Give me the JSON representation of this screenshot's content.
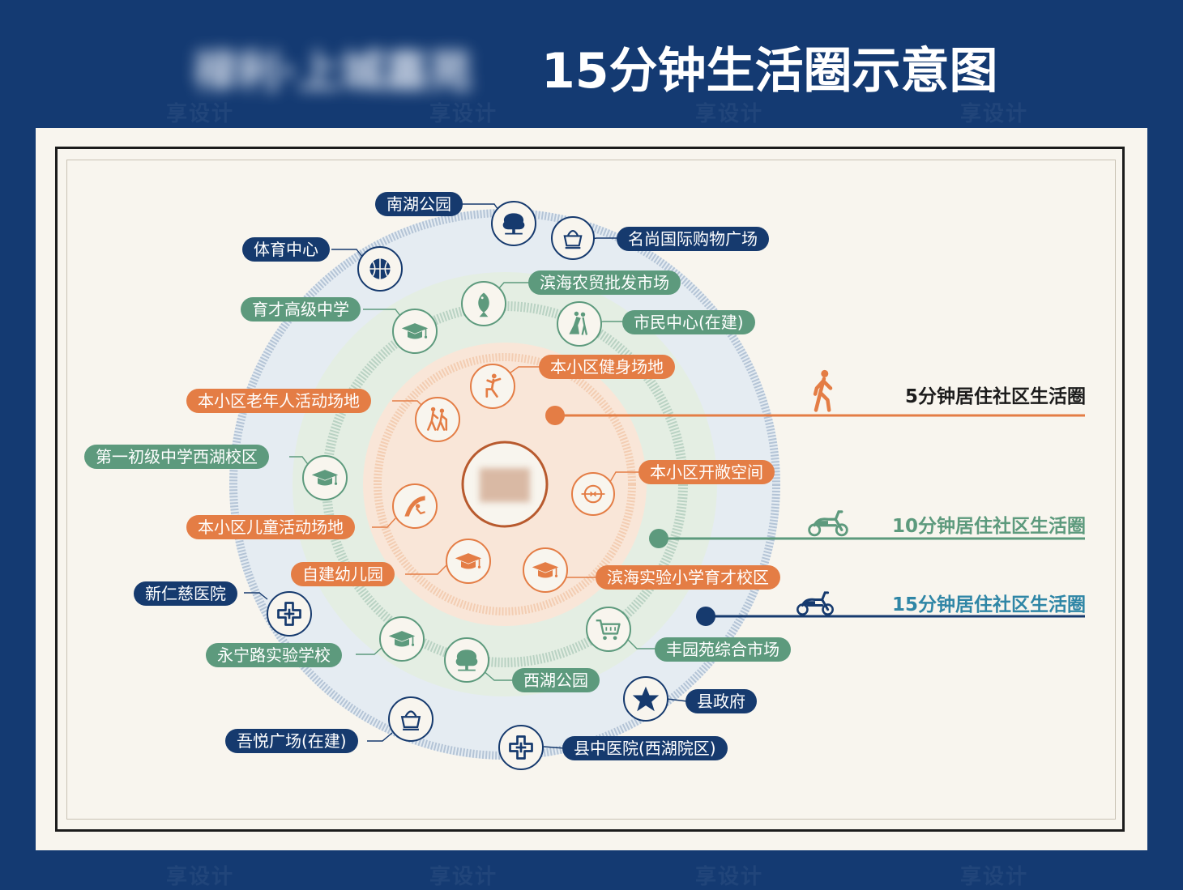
{
  "header": {
    "project_name": "禄利·上城嘉苑",
    "title": "15分钟生活圈示意图"
  },
  "watermark_text": "享设计",
  "colors": {
    "background": "#143a72",
    "panel": "#f8f5ee",
    "blue": "#163a6e",
    "green": "#5d9a7d",
    "orange": "#e47d45",
    "teal_label": "#2f86a6"
  },
  "legend": [
    {
      "label": "5分钟居住社区生活圈",
      "color": "#1c1c1c",
      "line_color": "#e47d45",
      "icon": "walking-person-icon"
    },
    {
      "label": "10分钟居住社区生活圈",
      "color": "#5d9a7d",
      "line_color": "#5d9a7d",
      "icon": "electric-scooter-icon"
    },
    {
      "label": "15分钟居住社区生活圈",
      "color": "#2f86a6",
      "line_color": "#163a6e",
      "icon": "motor-scooter-icon"
    }
  ],
  "places": {
    "p0": {
      "label": "南湖公园",
      "ring": "15",
      "icon": "tree-icon"
    },
    "p1": {
      "label": "名尚国际购物广场",
      "ring": "15",
      "icon": "shopping-bag-icon"
    },
    "p2": {
      "label": "体育中心",
      "ring": "15",
      "icon": "basketball-icon"
    },
    "p3": {
      "label": "滨海农贸批发市场",
      "ring": "10",
      "icon": "fish-icon"
    },
    "p4": {
      "label": "育才高级中学",
      "ring": "10",
      "icon": "graduation-cap-icon"
    },
    "p5": {
      "label": "市民中心(在建)",
      "ring": "10",
      "icon": "dancing-couple-icon"
    },
    "p6": {
      "label": "本小区健身场地",
      "ring": "5",
      "icon": "fitness-person-icon"
    },
    "p7": {
      "label": "本小区老年人活动场地",
      "ring": "5",
      "icon": "elderly-walking-icon"
    },
    "p8": {
      "label": "第一初级中学西湖校区",
      "ring": "10",
      "icon": "graduation-cap-icon"
    },
    "p9": {
      "label": "本小区开敞空间",
      "ring": "5",
      "icon": "open-space-icon"
    },
    "p10": {
      "label": "本小区儿童活动场地",
      "ring": "5",
      "icon": "children-slide-icon"
    },
    "p11": {
      "label": "自建幼儿园",
      "ring": "5",
      "icon": "graduation-cap-icon"
    },
    "p12": {
      "label": "滨海实验小学育才校区",
      "ring": "5",
      "icon": "graduation-cap-icon"
    },
    "p13": {
      "label": "新仁慈医院",
      "ring": "15",
      "icon": "medical-cross-icon"
    },
    "p14": {
      "label": "丰园苑综合市场",
      "ring": "10",
      "icon": "shopping-cart-icon"
    },
    "p15": {
      "label": "永宁路实验学校",
      "ring": "10",
      "icon": "graduation-cap-icon"
    },
    "p16": {
      "label": "西湖公园",
      "ring": "10",
      "icon": "tree-icon"
    },
    "p17": {
      "label": "县政府",
      "ring": "15",
      "icon": "star-icon"
    },
    "p18": {
      "label": "吾悦广场(在建)",
      "ring": "15",
      "icon": "shopping-bag-icon"
    },
    "p19": {
      "label": "县中医院(西湖院区)",
      "ring": "15",
      "icon": "medical-cross-icon"
    }
  }
}
